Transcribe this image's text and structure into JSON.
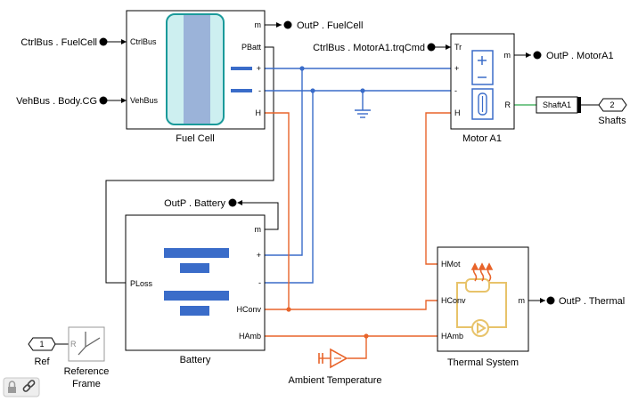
{
  "fuel_cell": {
    "name": "Fuel Cell",
    "ports_in": [
      "CtrlBus",
      "VehBus"
    ],
    "ports_out": [
      "m",
      "PBatt",
      "+",
      "-",
      "H"
    ]
  },
  "motor": {
    "name": "Motor A1",
    "ports_in": [
      "Tr",
      "+",
      "-",
      "H"
    ],
    "ports_out": [
      "m",
      "R"
    ]
  },
  "battery": {
    "name": "Battery",
    "ports_in": [
      "PLoss"
    ],
    "ports_out": [
      "m",
      "+",
      "-",
      "HConv",
      "HAmb"
    ]
  },
  "thermal": {
    "name": "Thermal System",
    "ports_in": [
      "HMot",
      "HConv",
      "HAmb"
    ],
    "ports_out": [
      "m"
    ]
  },
  "ref_frame": {
    "name": "Reference\nFrame",
    "line1": "Reference",
    "line2": "Frame",
    "port": "R"
  },
  "ambient": {
    "name": "Ambient Temperature"
  },
  "signals": {
    "ctrl_fuelcell": "CtrlBus . FuelCell",
    "veh_body": "VehBus . Body.CG",
    "ctrl_motor": "CtrlBus . MotorA1.trqCmd",
    "out_fuelcell": "OutP . FuelCell",
    "out_motor": "OutP . MotorA1",
    "out_battery": "OutP . Battery",
    "out_thermal": "OutP . Thermal"
  },
  "shaft_goto": "ShaftA1",
  "shafts_port": {
    "number": "2",
    "label": "Shafts"
  },
  "ref_port": {
    "number": "1",
    "label": "Ref"
  },
  "colors": {
    "electrical": "#3a6cc9",
    "thermal": "#e8642a",
    "mechanical": "#2aa84a",
    "battery_bars": "#3a6cc9",
    "fuelcell_body": "#cdeff0",
    "fuelcell_stack": "#9bb3d9",
    "thermal_icon": "#e8c36a"
  }
}
